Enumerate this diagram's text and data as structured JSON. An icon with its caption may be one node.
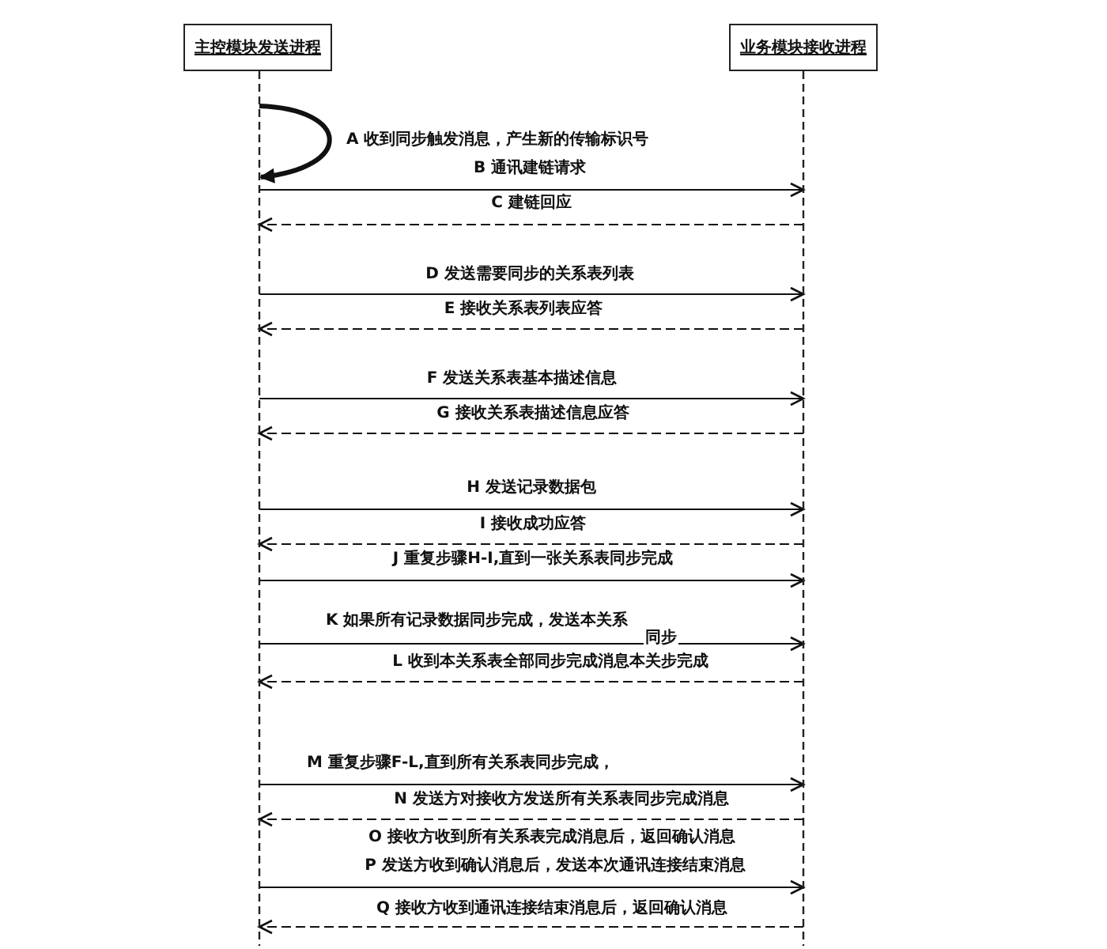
{
  "diagram": {
    "nodes": [
      {
        "text": [
          "主控模块发送进程"
        ]
      },
      {
        "text": [
          "业务模块接收进程"
        ]
      }
    ],
    "edges": [
      {
        "from": 0,
        "to": 0,
        "arrow": "to",
        "label": "A 收到同步触发消息，产生新的传输标识号",
        "style": "thick"
      },
      {
        "from": 0,
        "to": 1,
        "arrow": "to",
        "label": "B 通讯建链请求"
      },
      {
        "from": 1,
        "to": 0,
        "arrow": "to",
        "label": "C 建链回应",
        "style": "dashed"
      },
      {
        "from": 0,
        "to": 1,
        "arrow": "to",
        "label": "D 发送需要同步的关系表列表"
      },
      {
        "from": 1,
        "to": 0,
        "arrow": "to",
        "label": "E 接收关系表列表应答",
        "style": "dashed"
      },
      {
        "from": 0,
        "to": 1,
        "arrow": "to",
        "label": "F 发送关系表基本描述信息"
      },
      {
        "from": 1,
        "to": 0,
        "arrow": "to",
        "label": "G 接收关系表描述信息应答",
        "style": "dashed"
      },
      {
        "from": 0,
        "to": 1,
        "arrow": "to",
        "label": "H 发送记录数据包"
      },
      {
        "from": 1,
        "to": 0,
        "arrow": "to",
        "label": "I 接收成功应答",
        "style": "dashed"
      },
      {
        "from": 0,
        "to": 1,
        "arrow": "to",
        "label": "J 重复步骤H-I,直到一张关系表同步完成"
      },
      {
        "from": 0,
        "to": 1,
        "arrow": "to",
        "label": "K 如果所有记录数据同步完成，发送本关系"
      },
      {
        "from": 1,
        "to": 0,
        "arrow": "to",
        "label": "L 收到本关系表全部同步完成消息本关步完成",
        "style": "dashed"
      },
      {
        "from": 0,
        "to": 1,
        "arrow": "to",
        "label": "M 重复步骤F-L,直到所有关系表同步完成，"
      },
      {
        "from": 1,
        "to": 0,
        "arrow": "to",
        "label": "N 发送方对接收方发送所有关系表同步完成消息",
        "style": "dashed"
      },
      {
        "from": 0,
        "to": 1,
        "arrow": "to",
        "label": "P 发送方收到确认消息后，发送本次通讯连接结束消息"
      },
      {
        "from": 1,
        "to": 0,
        "arrow": "to",
        "label": "Q 接收方收到通讯连接结束消息后，返回确认消息",
        "style": "dashed"
      }
    ],
    "labels": [
      "同步",
      "O 接收方收到所有关系表完成消息后，返回确认消息"
    ]
  }
}
